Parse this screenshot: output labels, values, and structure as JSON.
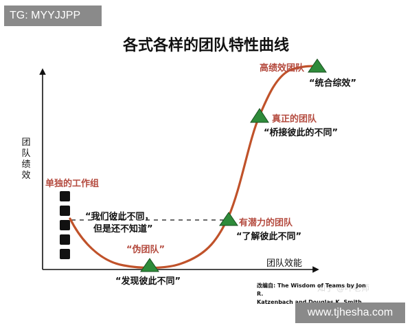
{
  "tag": "TG: MYYJJPP",
  "title": "各式各样的团队特性曲线",
  "axes": {
    "y_label": "团队绩效",
    "x_label": "团队效能"
  },
  "stages": {
    "working_group": {
      "name": "单独的工作组",
      "quote_line1": "“我们彼此不同，",
      "quote_line2": "但是还不知道”"
    },
    "pseudo_team": {
      "name": "“伪团队”",
      "quote": "“发现彼此不同”"
    },
    "potential_team": {
      "name": "有潜力的团队",
      "quote": "“了解彼此不同”"
    },
    "real_team": {
      "name": "真正的团队",
      "quote": "“桥接彼此的不同”"
    },
    "high_performance_team": {
      "name": "高绩效团队",
      "quote": "“统合综效”"
    }
  },
  "source": {
    "line1": "改编自: The Wisdom of Teams by Jon R.",
    "line2": "Katzenbach and Douglas K. Smith"
  },
  "watermark": "知乎 @叶老师",
  "footer": "www.tjhesha.com",
  "colors": {
    "curve": "#c0522a",
    "marker": "#2e8b3a",
    "accent_text": "#b44a3e"
  }
}
